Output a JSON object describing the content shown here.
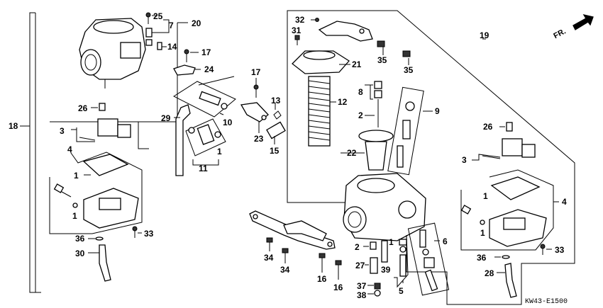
{
  "diagram": {
    "code": "KW43-E1500",
    "direction_label": "FR.",
    "callouts": {
      "c25": "25",
      "c7": "7",
      "c20": "20",
      "c14": "14",
      "c17a": "17",
      "c24": "24",
      "c18": "18",
      "c26a": "26",
      "c3a": "3",
      "c4a": "4",
      "c1a": "1",
      "c1b": "1",
      "c33a": "33",
      "c36a": "36",
      "c30": "30",
      "c29": "29",
      "c10": "10",
      "c11": "11",
      "c1c": "1",
      "c17b": "17",
      "c13": "13",
      "c23": "23",
      "c15": "15",
      "c32": "32",
      "c31": "31",
      "c35a": "35",
      "c35b": "35",
      "c21": "21",
      "c12": "12",
      "c8": "8",
      "c2a": "2",
      "c9": "9",
      "c22": "22",
      "c19": "19",
      "c26b": "26",
      "c3b": "3",
      "c1d": "1",
      "c4b": "4",
      "c1e": "1",
      "c33b": "33",
      "c36b": "36",
      "c28": "28",
      "c6": "6",
      "c1f": "1",
      "c2b": "2",
      "c27": "27",
      "c39": "39",
      "c5": "5",
      "c37": "37",
      "c38": "38",
      "c34a": "34",
      "c34b": "34",
      "c16a": "16",
      "c16b": "16"
    }
  }
}
